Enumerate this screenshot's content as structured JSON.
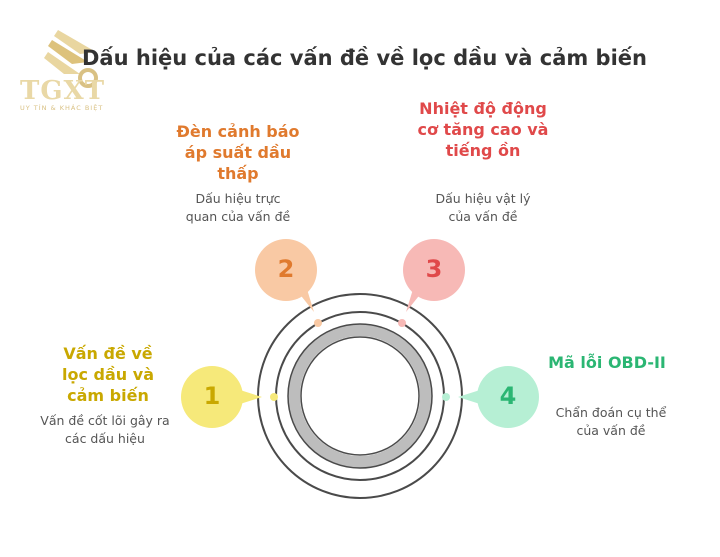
{
  "logo": {
    "brand": "TGXT",
    "tagline": "UY TÍN & KHÁC BIỆT"
  },
  "title": "Dấu hiệu của các vấn đề về lọc dầu và cảm biến",
  "steps": [
    {
      "number": "1",
      "label": "Vấn đề về lọc dầu và cảm biến",
      "desc": "Vấn đề cốt lõi gây ra các dấu hiệu",
      "color": "#f6e97a",
      "text_color": "#c9a800",
      "label_color": "#c9a800"
    },
    {
      "number": "2",
      "label": "Đèn cảnh báo áp suất dầu thấp",
      "desc": "Dấu hiệu trực quan của vấn đề",
      "color": "#f9c9a4",
      "text_color": "#e07a2e",
      "label_color": "#e07a2e"
    },
    {
      "number": "3",
      "label": "Nhiệt độ động cơ tăng cao và tiếng ồn",
      "desc": "Dấu hiệu vật lý của vấn đề",
      "color": "#f7b9b6",
      "text_color": "#e0494a",
      "label_color": "#e0494a"
    },
    {
      "number": "4",
      "label": "Mã lỗi OBD-II",
      "desc": "Chẩn đoán cụ thể của vấn đề",
      "color": "#b6efd4",
      "text_color": "#2bb673",
      "label_color": "#2bb673"
    }
  ]
}
